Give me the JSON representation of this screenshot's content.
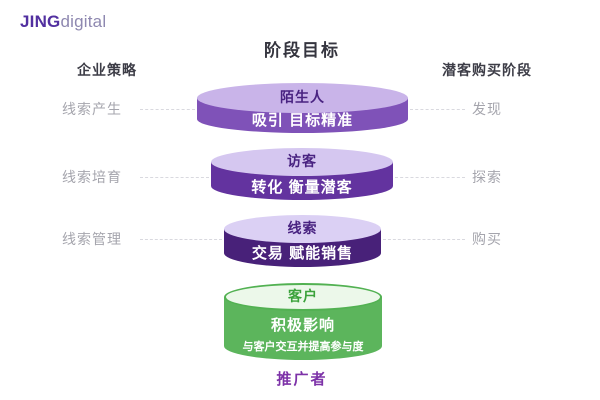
{
  "logo": {
    "bold": "JING",
    "light": "digital"
  },
  "title": "阶段目标",
  "left_column": {
    "header": "企业策略",
    "items": [
      "线索产生",
      "线索培育",
      "线索管理"
    ]
  },
  "right_column": {
    "header": "潜客购买阶段",
    "items": [
      "发现",
      "探索",
      "购买"
    ]
  },
  "funnel": {
    "stages": [
      {
        "top_label": "陌生人",
        "body_label": "吸引 目标精准",
        "top_color": "#c9b4e9",
        "top_text_color": "#492381",
        "body_color": "#7f52b8",
        "body_text_color": "#ffffff"
      },
      {
        "top_label": "访客",
        "body_label": "转化 衡量潜客",
        "top_color": "#d5c7f0",
        "top_text_color": "#492381",
        "body_color": "#63339f",
        "body_text_color": "#ffffff"
      },
      {
        "top_label": "线索",
        "body_label": "交易 赋能销售",
        "top_color": "#dbd0f4",
        "top_text_color": "#492381",
        "body_color": "#482179",
        "body_text_color": "#ffffff"
      },
      {
        "top_label": "客户",
        "body_label": "积极影响",
        "body_sublabel": "与客户交互并提高参与度",
        "top_color": "#ecf8ea",
        "top_text_color": "#3ba23b",
        "body_color": "#5cb55c",
        "body_text_color": "#ffffff"
      }
    ],
    "bottom_label": "推广者"
  },
  "colors": {
    "brand_purple": "#5230a0",
    "logo_light_purple": "#8e88b0",
    "heading_text": "#35353f",
    "side_label_gray": "#a5a5ad",
    "dash_gray": "#d9d9df",
    "green_border": "#52b152",
    "bottom_label_purple": "#7d32a8"
  }
}
